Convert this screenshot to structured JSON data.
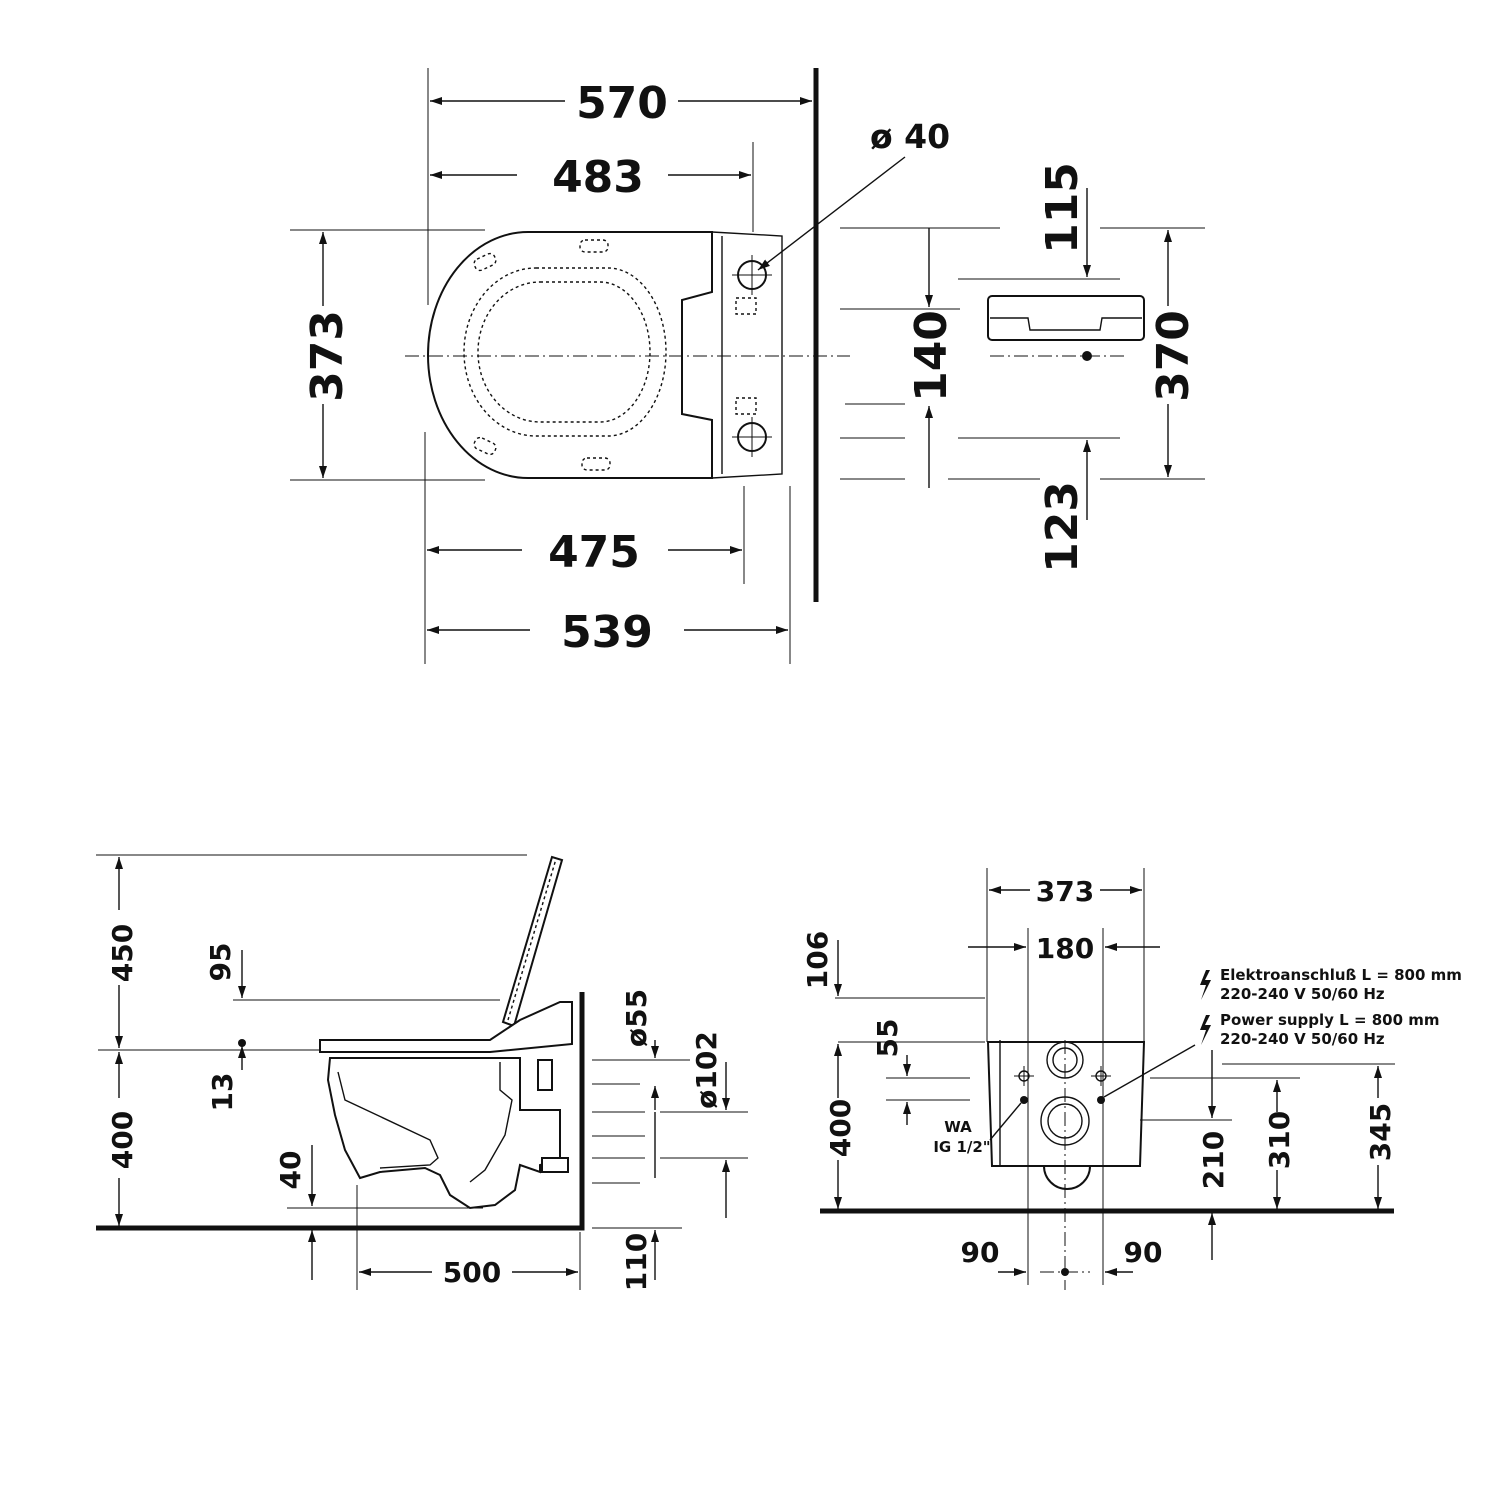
{
  "top_view": {
    "width_570": "570",
    "width_483": "483",
    "diameter_40": "ø 40",
    "offset_115": "115",
    "height_373": "373",
    "distance_140": "140",
    "height_370": "370",
    "offset_123": "123",
    "length_475": "475",
    "length_539": "539"
  },
  "side_view": {
    "height_450": "450",
    "offset_95": "95",
    "diameter_55": "ø55",
    "diameter_102": "ø102",
    "offset_13": "13",
    "height_400": "400",
    "offset_40": "40",
    "length_500": "500",
    "height_110": "110"
  },
  "front_view": {
    "width_373": "373",
    "width_180": "180",
    "offset_106": "106",
    "offset_55": "55",
    "height_400": "400",
    "water_label_1": "WA",
    "water_label_2": "IG 1/2\"",
    "height_210": "210",
    "height_310": "310",
    "height_345": "345",
    "spacing_left_90": "90",
    "spacing_right_90": "90",
    "power_de_line1": "Elektroanschluß L = 800 mm",
    "power_de_line2": "220-240 V  50/60 Hz",
    "power_en_line1": "Power supply L = 800 mm",
    "power_en_line2": "220-240 V  50/60 Hz"
  }
}
